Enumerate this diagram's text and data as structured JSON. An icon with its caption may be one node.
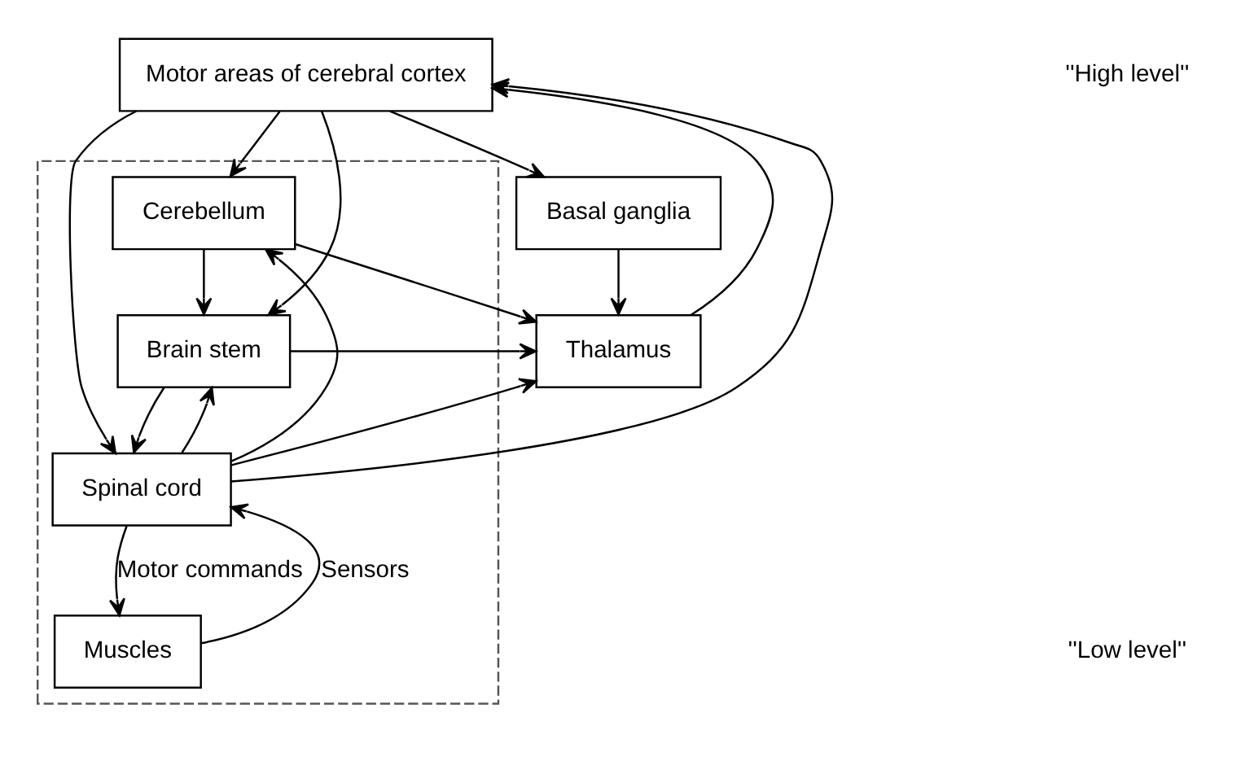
{
  "diagram": {
    "nodes": [
      {
        "text": [
          "Motor areas of cerebral cortex"
        ]
      },
      {
        "text": [
          "Basal ganglia"
        ]
      },
      {
        "text": [
          "Thalamus"
        ]
      },
      {
        "text": [],
        "shape": "box"
      },
      {
        "text": [
          "Cerebellum"
        ],
        "in": 3
      },
      {
        "text": [
          "Brain stem"
        ],
        "in": 3
      },
      {
        "text": [
          "Spinal cord"
        ],
        "in": 3
      },
      {
        "text": [
          "Muscles"
        ],
        "in": 3
      }
    ],
    "edges": [
      {
        "from": 0,
        "to": 1,
        "arrow": "to"
      },
      {
        "from": 0,
        "to": 4,
        "arrow": "to"
      },
      {
        "from": 1,
        "to": 2,
        "arrow": "to"
      },
      {
        "from": 2,
        "to": 0,
        "arrow": "to"
      },
      {
        "from": 0,
        "to": 5,
        "arrow": "to"
      },
      {
        "from": 4,
        "to": 5,
        "arrow": "to"
      },
      {
        "from": 4,
        "to": 2,
        "arrow": "to"
      },
      {
        "from": 6,
        "to": 4,
        "arrow": "to"
      },
      {
        "from": 6,
        "to": 2,
        "arrow": "to"
      },
      {
        "from": 5,
        "to": 2,
        "arrow": "to"
      },
      {
        "from": 5,
        "to": 6,
        "arrow": "to"
      },
      {
        "from": 6,
        "to": 5,
        "arrow": "to"
      },
      {
        "from": 6,
        "to": 0,
        "arrow": "to"
      },
      {
        "from": 0,
        "to": 6,
        "arrow": "to"
      },
      {
        "from": 6,
        "to": 7,
        "label": "Motor commands",
        "arrow": "to"
      },
      {
        "from": 7,
        "to": 6,
        "label": "Sensors",
        "arrow": "to"
      }
    ],
    "labels": [
      "''High level''",
      "''Low level''"
    ]
  }
}
